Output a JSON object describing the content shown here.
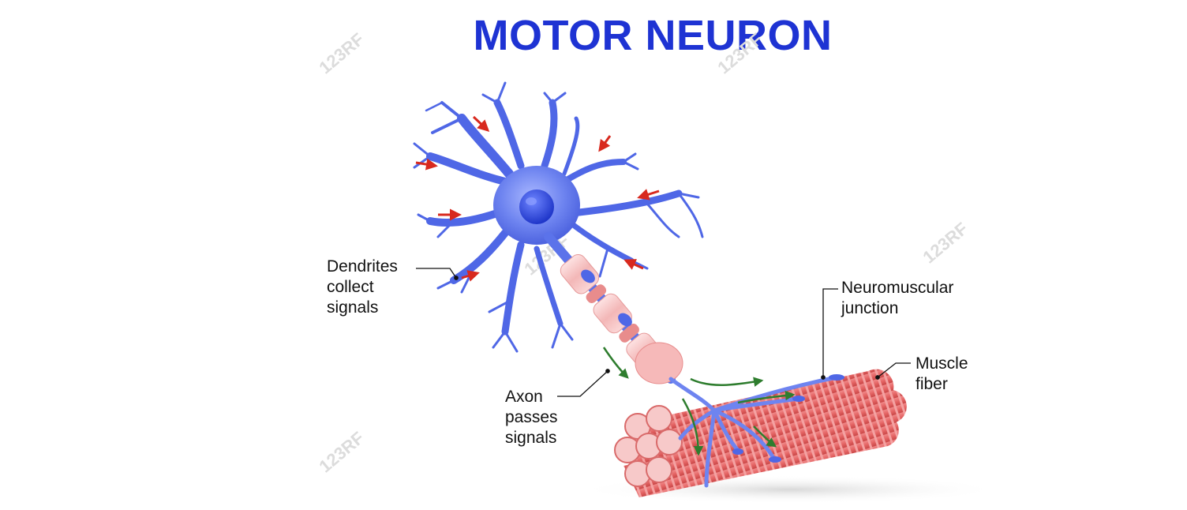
{
  "title": "MOTOR NEURON",
  "labels": {
    "dendrites": [
      "Dendrites",
      "collect",
      "signals"
    ],
    "axon": [
      "Axon",
      "passes",
      "signals"
    ],
    "junction": [
      "Neuromuscular",
      "junction"
    ],
    "muscle": [
      "Muscle",
      "fiber"
    ]
  },
  "watermark": "123RF",
  "colors": {
    "title": "#1e33d3",
    "neuron": "#5b73ea",
    "neuron_dark": "#3a4fd0",
    "nucleus": "#2c45d8",
    "myelin": "#f6c8c8",
    "muscle": "#e36c6c",
    "signal_in": "#d8291e",
    "signal_flow": "#2e7d2e"
  }
}
